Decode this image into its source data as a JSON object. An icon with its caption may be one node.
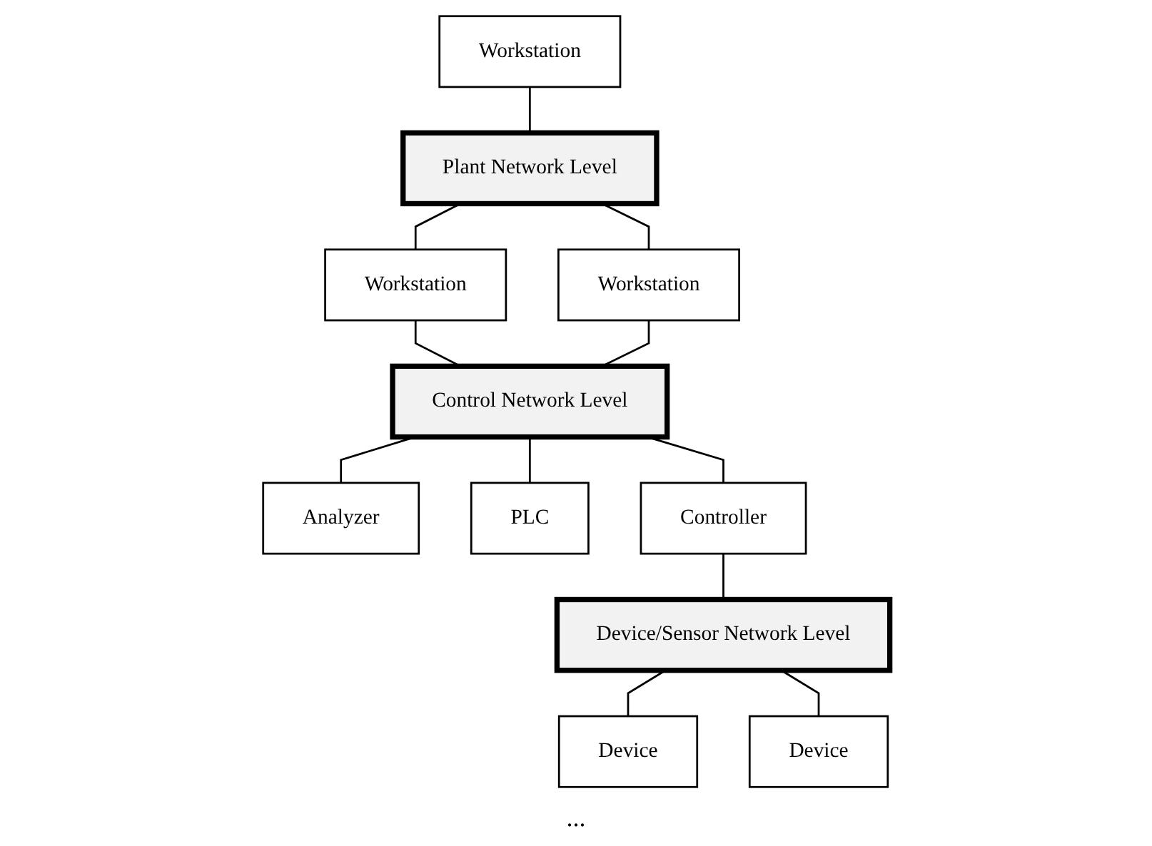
{
  "diagram": {
    "nodes": [
      {
        "text": [
          "Workstation"
        ]
      },
      {
        "text": [
          "Plant Network Level"
        ]
      },
      {
        "text": [
          "Workstation"
        ]
      },
      {
        "text": [
          "Workstation"
        ]
      },
      {
        "text": [
          "Control Network Level"
        ]
      },
      {
        "text": [
          "Analyzer"
        ]
      },
      {
        "text": [
          "PLC"
        ]
      },
      {
        "text": [
          "Controller"
        ]
      },
      {
        "text": [
          "Device/Sensor Network Level"
        ]
      },
      {
        "text": [
          "Device"
        ]
      },
      {
        "text": [
          "Device"
        ]
      }
    ],
    "edges": [
      {
        "from": 0,
        "to": 1,
        "arrow": "none"
      },
      {
        "from": 1,
        "to": 2,
        "arrow": "none"
      },
      {
        "from": 1,
        "to": 3,
        "arrow": "none"
      },
      {
        "from": 2,
        "to": 4,
        "arrow": "none"
      },
      {
        "from": 3,
        "to": 4,
        "arrow": "none"
      },
      {
        "from": 4,
        "to": 5,
        "arrow": "none"
      },
      {
        "from": 4,
        "to": 6,
        "arrow": "none"
      },
      {
        "from": 4,
        "to": 7,
        "arrow": "none"
      },
      {
        "from": 7,
        "to": 8,
        "arrow": "none"
      },
      {
        "from": 8,
        "to": 9,
        "arrow": "none"
      },
      {
        "from": 8,
        "to": 10,
        "arrow": "none"
      }
    ],
    "labels": [
      "..."
    ]
  }
}
